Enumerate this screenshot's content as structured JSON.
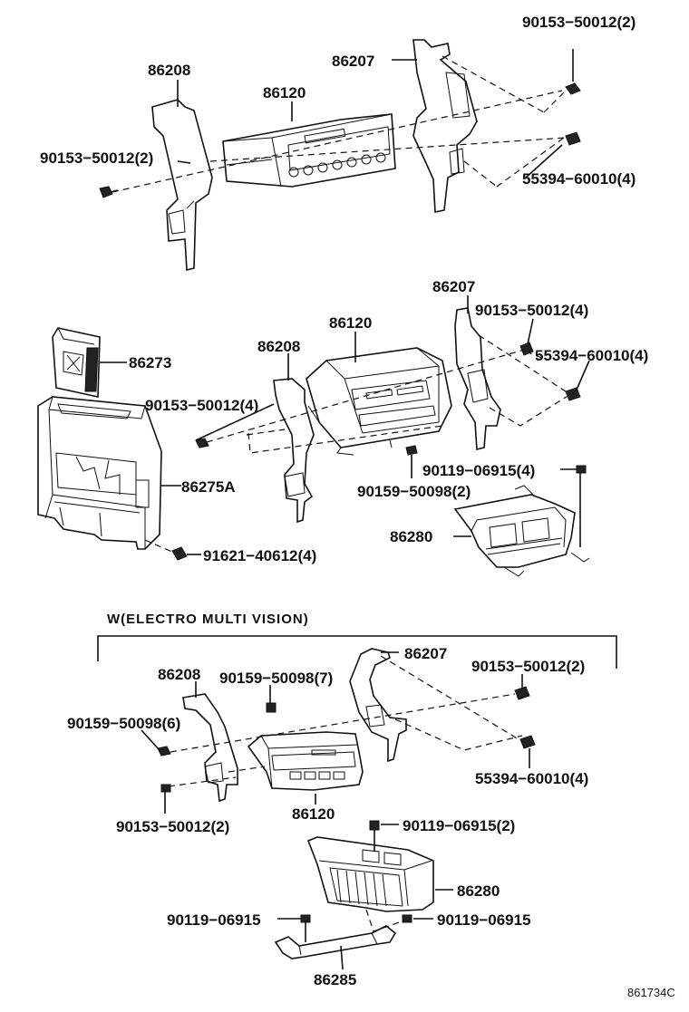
{
  "section_header": "W(ELECTRO MULTI VISION)",
  "diagram_code": "861734C",
  "labels": {
    "top_90153_right": "90153−50012(2)",
    "top_86207": "86207",
    "top_86208": "86208",
    "top_86120": "86120",
    "top_90153_left": "90153−50012(2)",
    "top_55394": "55394−60010(4)",
    "mid_86207": "86207",
    "mid_86120": "86120",
    "mid_90153_right": "90153−50012(4)",
    "mid_86273": "86273",
    "mid_86208": "86208",
    "mid_55394": "55394−60010(4)",
    "mid_90153_left": "90153−50012(4)",
    "mid_86275A": "86275A",
    "mid_90119": "90119−06915(4)",
    "mid_90159": "90159−50098(2)",
    "mid_86280": "86280",
    "mid_91621": "91621−40612(4)",
    "bot_86207": "86207",
    "bot_86208": "86208",
    "bot_90159_7": "90159−50098(7)",
    "bot_90153_right": "90153−50012(2)",
    "bot_90159_6": "90159−50098(6)",
    "bot_55394": "55394−60010(4)",
    "bot_86120": "86120",
    "bot_90153_left": "90153−50012(2)",
    "bot_90119_2": "90119−06915(2)",
    "bot_86280": "86280",
    "bot_90119_left": "90119−06915",
    "bot_90119_right": "90119−06915",
    "bot_86285": "86285"
  }
}
